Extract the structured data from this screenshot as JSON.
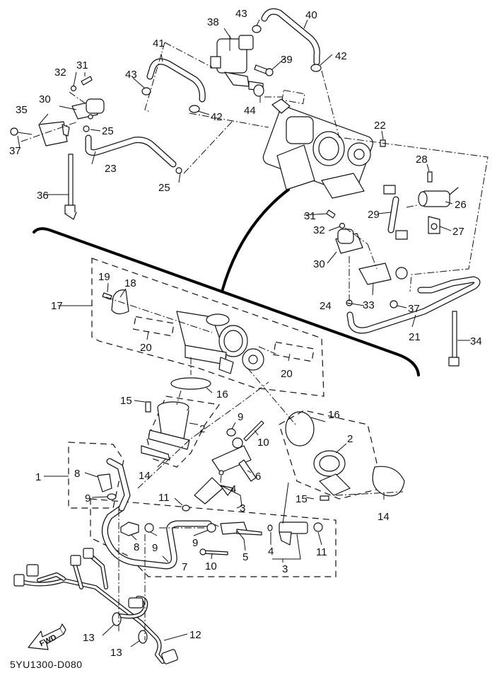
{
  "diagram": {
    "code": "5YU1300-D080",
    "fwd_label": "FWD",
    "colors": {
      "ink": "#111111",
      "background": "#ffffff"
    },
    "callouts": [
      {
        "id": "c1",
        "number": "1"
      },
      {
        "id": "c2a",
        "number": "2"
      },
      {
        "id": "c2b",
        "number": "2"
      },
      {
        "id": "c3a",
        "number": "3"
      },
      {
        "id": "c3b",
        "number": "3"
      },
      {
        "id": "c4a",
        "number": "4"
      },
      {
        "id": "c4b",
        "number": "4"
      },
      {
        "id": "c5",
        "number": "5"
      },
      {
        "id": "c6",
        "number": "6"
      },
      {
        "id": "c7",
        "number": "7"
      },
      {
        "id": "c8a",
        "number": "8"
      },
      {
        "id": "c8b",
        "number": "8"
      },
      {
        "id": "c9a",
        "number": "9"
      },
      {
        "id": "c9b",
        "number": "9"
      },
      {
        "id": "c9c",
        "number": "9"
      },
      {
        "id": "c9d",
        "number": "9"
      },
      {
        "id": "c10a",
        "number": "10"
      },
      {
        "id": "c10b",
        "number": "10"
      },
      {
        "id": "c11a",
        "number": "11"
      },
      {
        "id": "c11b",
        "number": "11"
      },
      {
        "id": "c12",
        "number": "12"
      },
      {
        "id": "c13a",
        "number": "13"
      },
      {
        "id": "c13b",
        "number": "13"
      },
      {
        "id": "c14a",
        "number": "14"
      },
      {
        "id": "c14b",
        "number": "14"
      },
      {
        "id": "c15a",
        "number": "15"
      },
      {
        "id": "c15b",
        "number": "15"
      },
      {
        "id": "c16a",
        "number": "16"
      },
      {
        "id": "c16b",
        "number": "16"
      },
      {
        "id": "c17",
        "number": "17"
      },
      {
        "id": "c18",
        "number": "18"
      },
      {
        "id": "c19",
        "number": "19"
      },
      {
        "id": "c20a",
        "number": "20"
      },
      {
        "id": "c20b",
        "number": "20"
      },
      {
        "id": "c21",
        "number": "21"
      },
      {
        "id": "c22",
        "number": "22"
      },
      {
        "id": "c23",
        "number": "23"
      },
      {
        "id": "c24",
        "number": "24"
      },
      {
        "id": "c25a",
        "number": "25"
      },
      {
        "id": "c25b",
        "number": "25"
      },
      {
        "id": "c26",
        "number": "26"
      },
      {
        "id": "c27",
        "number": "27"
      },
      {
        "id": "c28",
        "number": "28"
      },
      {
        "id": "c29",
        "number": "29"
      },
      {
        "id": "c30a",
        "number": "30"
      },
      {
        "id": "c30b",
        "number": "30"
      },
      {
        "id": "c31a",
        "number": "31"
      },
      {
        "id": "c31b",
        "number": "31"
      },
      {
        "id": "c32a",
        "number": "32"
      },
      {
        "id": "c32b",
        "number": "32"
      },
      {
        "id": "c33",
        "number": "33"
      },
      {
        "id": "c34",
        "number": "34"
      },
      {
        "id": "c35",
        "number": "35"
      },
      {
        "id": "c36",
        "number": "36"
      },
      {
        "id": "c37a",
        "number": "37"
      },
      {
        "id": "c37b",
        "number": "37"
      },
      {
        "id": "c38",
        "number": "38"
      },
      {
        "id": "c39",
        "number": "39"
      },
      {
        "id": "c40",
        "number": "40"
      },
      {
        "id": "c41",
        "number": "41"
      },
      {
        "id": "c42a",
        "number": "42"
      },
      {
        "id": "c42b",
        "number": "42"
      },
      {
        "id": "c43a",
        "number": "43"
      },
      {
        "id": "c43b",
        "number": "43"
      },
      {
        "id": "c44",
        "number": "44"
      }
    ]
  }
}
